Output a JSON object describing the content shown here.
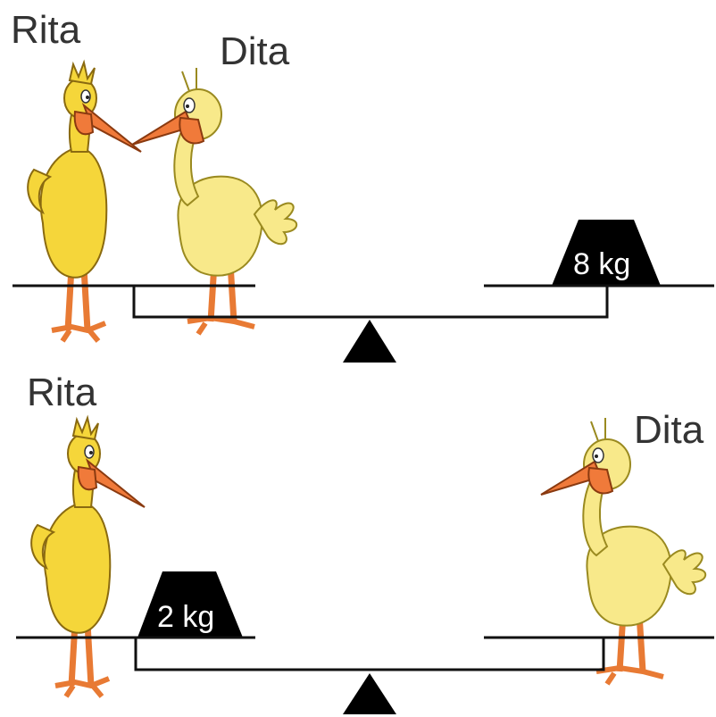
{
  "top": {
    "left_label": "Rita",
    "right_label": "Dita",
    "weight_label": "8 kg"
  },
  "bottom": {
    "left_label": "Rita",
    "right_label": "Dita",
    "weight_label": "2 kg"
  },
  "colors": {
    "bird1_body": "#f5d63a",
    "bird1_legs": "#f08a3c",
    "bird2_body": "#f8e98a",
    "beak": "#f07a3a",
    "weight": "#000000",
    "line": "#111111"
  }
}
